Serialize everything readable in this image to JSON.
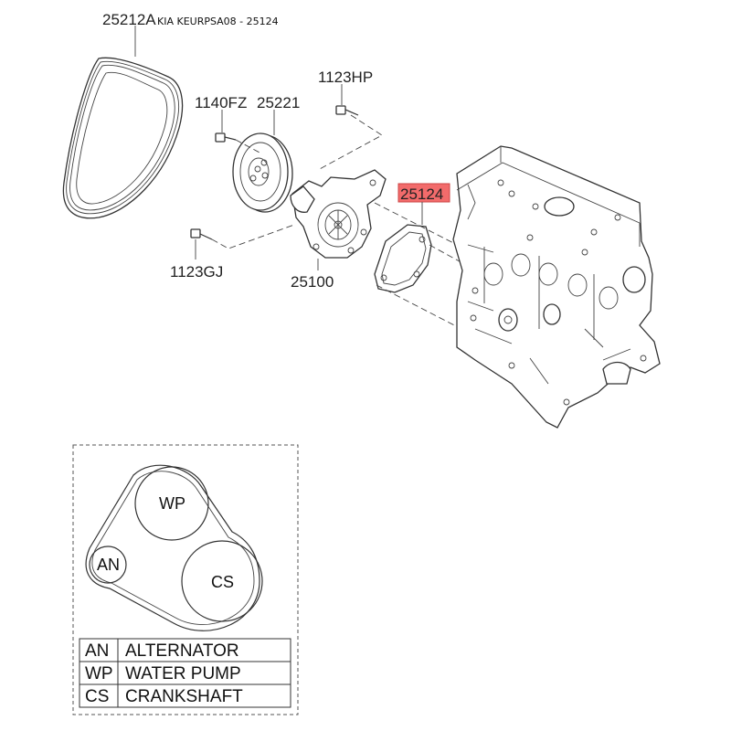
{
  "header": {
    "ref": "KIA KEURPSA08 - 25124"
  },
  "callouts": {
    "belt": "25212A",
    "bolt_pulley": "1140FZ",
    "pulley": "25221",
    "bolt_top": "1123HP",
    "highlight": "25124",
    "bolt_bottom": "1123GJ",
    "pump": "25100"
  },
  "belt_diagram": {
    "pulleys": {
      "wp": "WP",
      "an": "AN",
      "cs": "CS"
    },
    "legend": [
      {
        "code": "AN",
        "name": "ALTERNATOR"
      },
      {
        "code": "WP",
        "name": "WATER PUMP"
      },
      {
        "code": "CS",
        "name": "CRANKSHAFT"
      }
    ]
  },
  "colors": {
    "highlight": "#f26b6b",
    "line": "#333333"
  }
}
